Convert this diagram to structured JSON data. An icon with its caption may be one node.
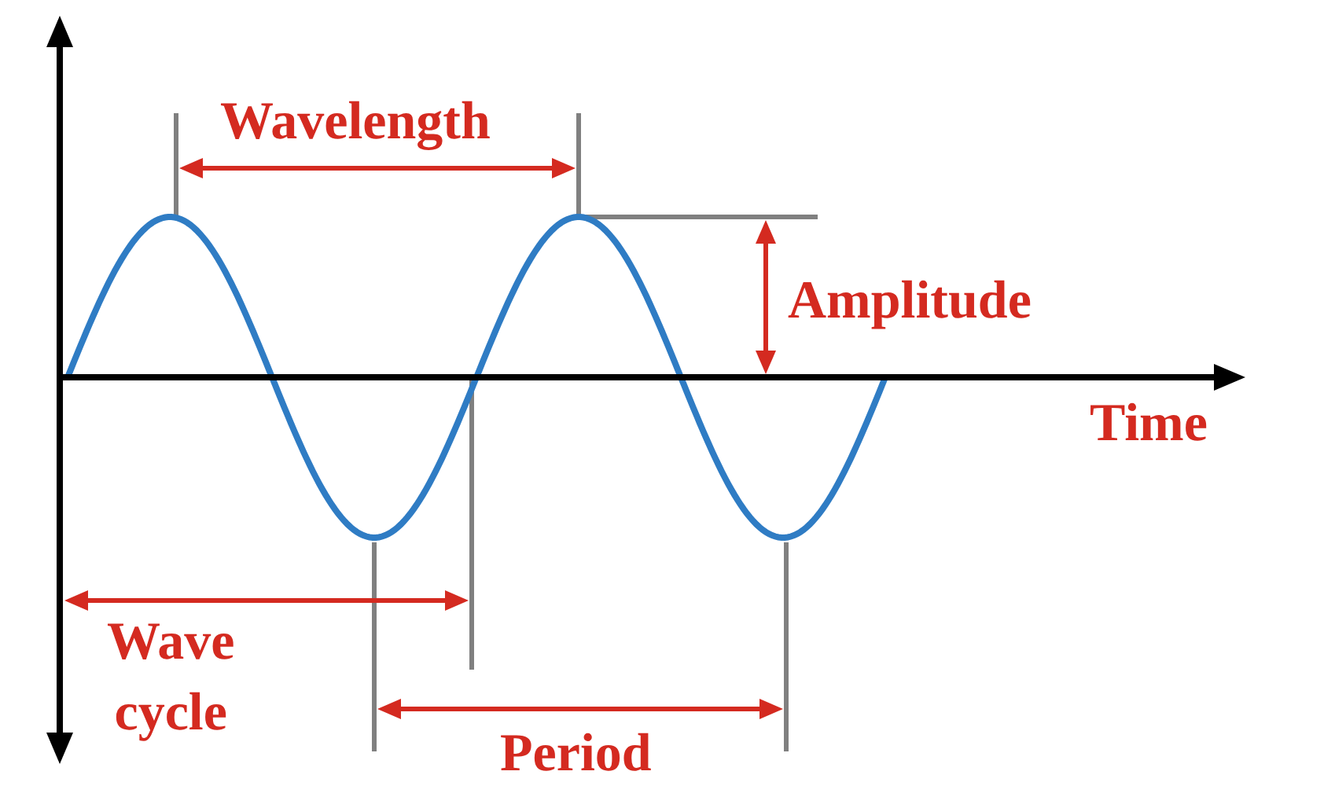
{
  "diagram": {
    "labels": [
      "Wavelength",
      "Amplitude",
      "Time",
      "Wave cycle",
      "Period"
    ]
  }
}
